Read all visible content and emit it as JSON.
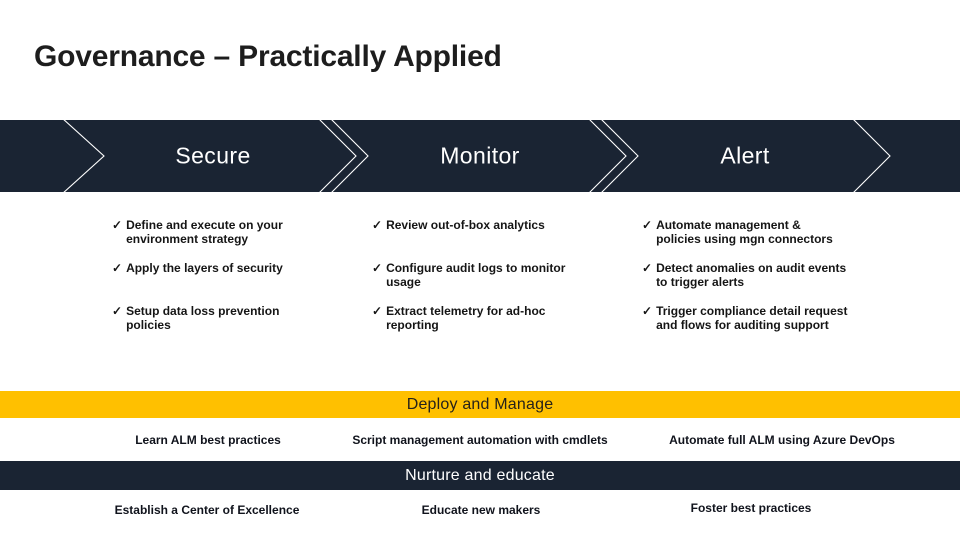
{
  "slide": {
    "title": "Governance – Practically Applied"
  },
  "bullet_marker": "✓",
  "colors": {
    "navy_band": "#1a2433",
    "gold_band": "#ffc000",
    "chevron_outline": "#ffffff",
    "title_text": "#1d1d1d",
    "body_text": "#151515"
  },
  "columns": [
    {
      "header": "Secure",
      "bullets": [
        "Define and execute on your\nenvironment strategy",
        "Apply the layers of security",
        "Setup data loss prevention\npolicies"
      ]
    },
    {
      "header": "Monitor",
      "bullets": [
        "Review out-of-box analytics",
        "Configure audit logs to monitor\nusage",
        "Extract telemetry for ad-hoc\nreporting"
      ]
    },
    {
      "header": "Alert",
      "bullets": [
        "Automate management &\npolicies using mgn connectors",
        "Detect anomalies on audit events\nto trigger alerts",
        "Trigger compliance detail request\nand flows for auditing support"
      ]
    }
  ],
  "bands": [
    {
      "title": "Deploy and Manage",
      "items": [
        "Learn ALM best practices",
        "Script management automation with cmdlets",
        "Automate full ALM using Azure DevOps"
      ]
    },
    {
      "title": "Nurture and educate",
      "items": [
        "Establish a Center of Excellence",
        "Educate new makers",
        "Foster best practices"
      ]
    }
  ]
}
